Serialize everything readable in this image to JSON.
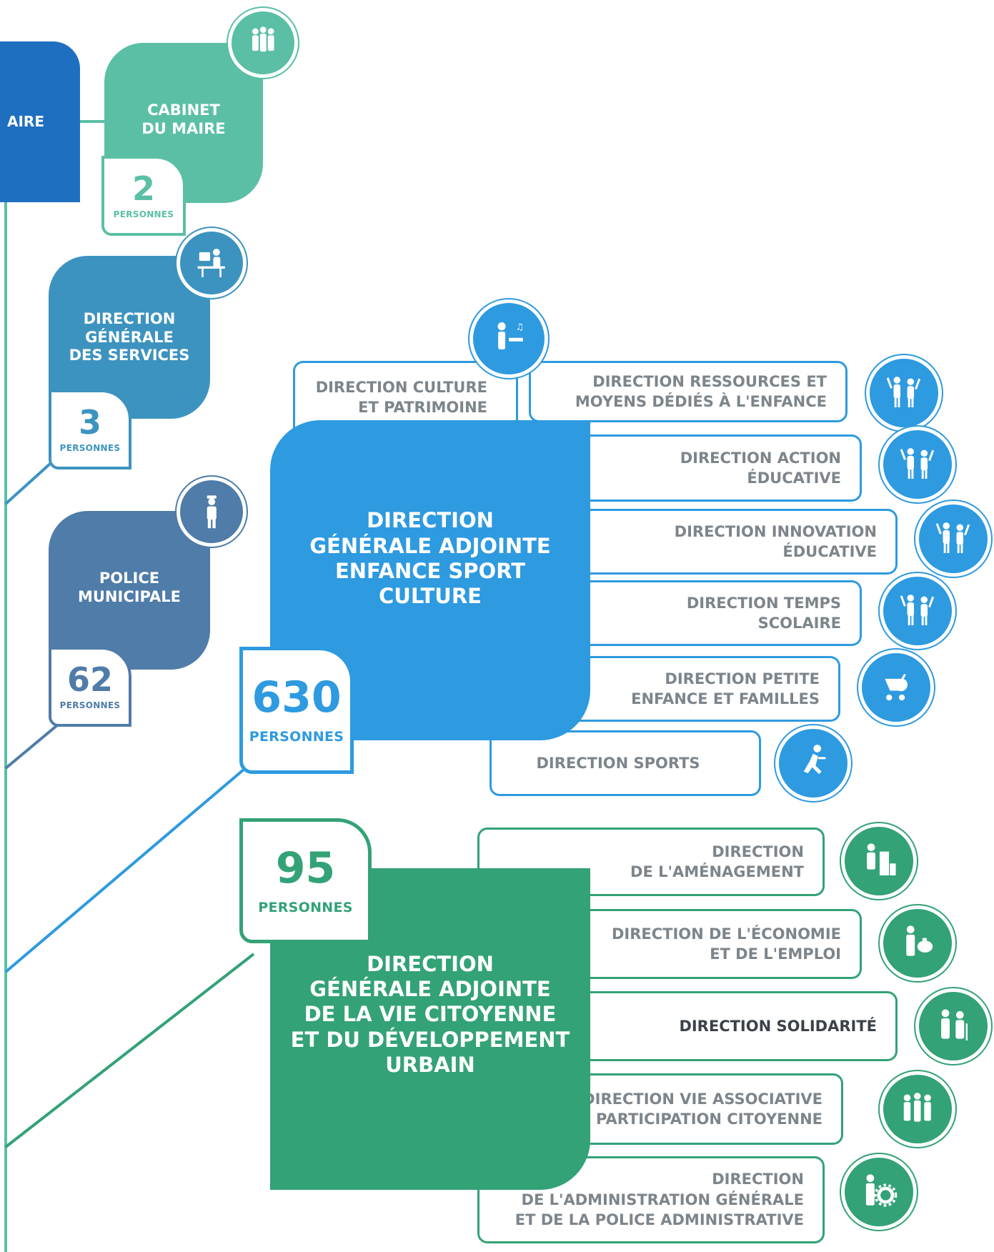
{
  "colors": {
    "mayor_blue": "#1f6fc0",
    "teal": "#5bbfa5",
    "service_blue": "#3d93bf",
    "police_blue": "#4f7ca8",
    "enfance_blue": "#2e9ae0",
    "citoyenne_green": "#33a276"
  },
  "maire": {
    "label": "AIRE"
  },
  "cabinet": {
    "label": "CABINET\nDU MAIRE",
    "count": "2",
    "unit": "PERSONNES",
    "icon": "team-icon"
  },
  "dgs": {
    "label": "DIRECTION\nGÉNÉRALE\nDES SERVICES",
    "count": "3",
    "unit": "PERSONNES",
    "icon": "office-worker-icon"
  },
  "police": {
    "label": "POLICE\nMUNICIPALE",
    "count": "62",
    "unit": "PERSONNES",
    "icon": "police-officer-icon"
  },
  "dga_enfance": {
    "label": "DIRECTION\nGÉNÉRALE ADJOINTE\nENFANCE SPORT\nCULTURE",
    "count": "630",
    "unit": "PERSONNES",
    "culture": {
      "label": "DIRECTION CULTURE\nET PATRIMOINE",
      "icon": "musician-icon"
    },
    "directions": [
      {
        "label": "DIRECTION RESSOURCES ET\nMOYENS DÉDIÉS À L'ENFANCE",
        "icon": "children-icon"
      },
      {
        "label": "DIRECTION ACTION\nÉDUCATIVE",
        "icon": "children-icon"
      },
      {
        "label": "DIRECTION INNOVATION\nÉDUCATIVE",
        "icon": "children-icon"
      },
      {
        "label": "DIRECTION TEMPS\nSCOLAIRE",
        "icon": "children-icon"
      },
      {
        "label": "DIRECTION PETITE\nENFANCE ET FAMILLES",
        "icon": "stroller-icon"
      },
      {
        "label": "DIRECTION SPORTS",
        "icon": "runner-icon"
      }
    ]
  },
  "dga_citoyenne": {
    "label": "DIRECTION\nGÉNÉRALE ADJOINTE\nDE LA VIE CITOYENNE\nET DU DÉVELOPPEMENT\nURBAIN",
    "count": "95",
    "unit": "PERSONNES",
    "directions": [
      {
        "label": "DIRECTION\nDE L'AMÉNAGEMENT",
        "icon": "urban-planner-icon"
      },
      {
        "label": "DIRECTION DE L'ÉCONOMIE\nET DE L'EMPLOI",
        "icon": "businessman-savings-icon"
      },
      {
        "label": "DIRECTION SOLIDARITÉ",
        "icon": "helping-elderly-icon"
      },
      {
        "label": "DIRECTION VIE ASSOCIATIVE\nPARTICIPATION CITOYENNE",
        "icon": "community-icon"
      },
      {
        "label": "DIRECTION\nDE L'ADMINISTRATION GÉNÉRALE\nET DE LA POLICE ADMINISTRATIVE",
        "icon": "admin-gear-icon"
      }
    ]
  }
}
